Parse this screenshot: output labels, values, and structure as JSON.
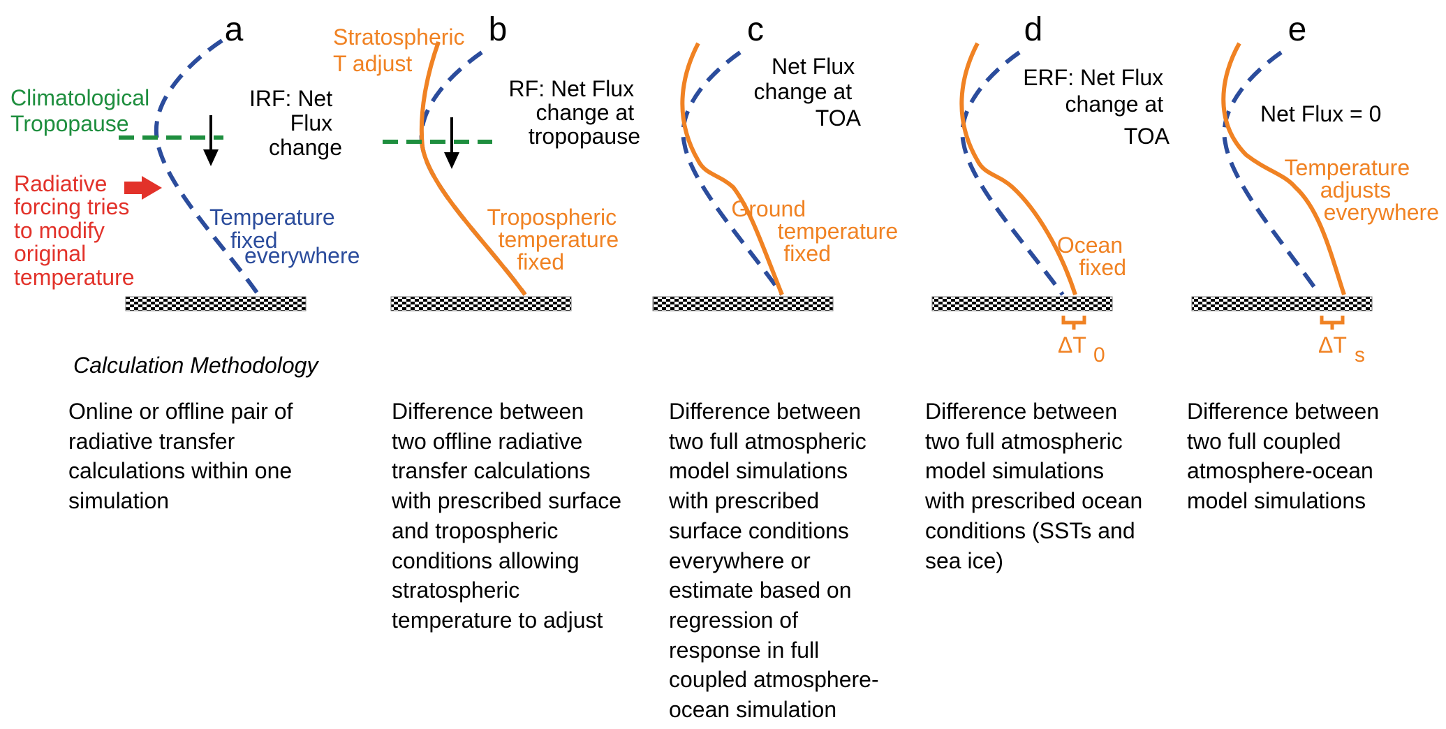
{
  "colors": {
    "blue": "#2B4C9C",
    "orange": "#F08223",
    "green": "#1E8E3E",
    "red": "#E2322A",
    "black": "#000000"
  },
  "panels": [
    {
      "letter": "a",
      "flux_label": [
        "IRF: Net",
        "Flux",
        "change"
      ],
      "tropopause_label": [
        "Climatological",
        "Tropopause"
      ],
      "forcing_label": [
        "Radiative",
        "forcing tries",
        "to modify",
        "original",
        "temperature"
      ],
      "fixed_label": [
        "Temperature",
        "fixed",
        "everywhere"
      ],
      "description": [
        "Online or offline pair of",
        "radiative transfer",
        "calculations within one",
        "simulation"
      ]
    },
    {
      "letter": "b",
      "adjust_label": [
        "Stratospheric",
        "T adjust"
      ],
      "flux_label": [
        "RF: Net Flux",
        "change at",
        "tropopause"
      ],
      "fixed_label": [
        "Tropospheric",
        "temperature",
        "fixed"
      ],
      "description": [
        "Difference between",
        "two offline radiative",
        "transfer calculations",
        "with prescribed surface",
        "and tropospheric",
        "conditions allowing",
        "stratospheric",
        "temperature to adjust"
      ]
    },
    {
      "letter": "c",
      "flux_label": [
        "Net Flux",
        "change at",
        "TOA"
      ],
      "fixed_label": [
        "Ground",
        "temperature",
        "fixed"
      ],
      "description": [
        "Difference between",
        "two full atmospheric",
        "model simulations",
        "with prescribed",
        "surface conditions",
        "everywhere or",
        "estimate based on",
        "regression of",
        "response in full",
        "coupled atmosphere-",
        "ocean simulation"
      ]
    },
    {
      "letter": "d",
      "flux_label": [
        "ERF: Net Flux",
        "change at",
        "TOA"
      ],
      "fixed_label": [
        "Ocean",
        "fixed"
      ],
      "delta_symbol": "ΔT",
      "delta_sub": "0",
      "description": [
        "Difference between",
        "two full atmospheric",
        "model simulations",
        "with prescribed ocean",
        "conditions (SSTs and",
        "sea ice)"
      ]
    },
    {
      "letter": "e",
      "flux_label": [
        "Net Flux = 0"
      ],
      "fixed_label": [
        "Temperature",
        "adjusts",
        "everywhere"
      ],
      "delta_symbol": "ΔT",
      "delta_sub": "s",
      "description": [
        "Difference between",
        "two full coupled",
        "atmosphere-ocean",
        "model simulations"
      ]
    }
  ],
  "methodology_title": "Calculation Methodology"
}
